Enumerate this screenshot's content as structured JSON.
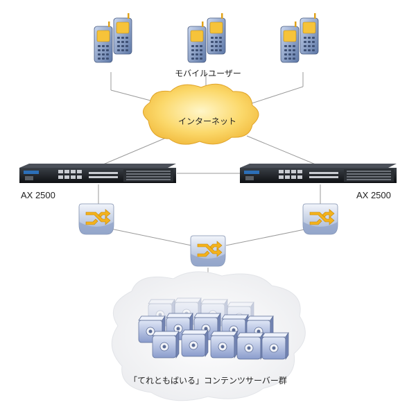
{
  "labels": {
    "mobile_users": "モバイルユーザー",
    "internet": "インターネット",
    "ax_left": "AX 2500",
    "ax_right": "AX 2500",
    "servers": "「てれともばいる」コンテンツサーバー群"
  },
  "icons": {
    "phone": "mobile-phone-icon",
    "cloud": "internet-cloud-icon",
    "appliance": "load-balancer-appliance-icon",
    "switch": "network-switch-icon",
    "server": "server-icon"
  },
  "colors": {
    "cloud_fill": "#fbd86a",
    "switch_fill": "#c7d3e6",
    "switch_arrow": "#f3b21c",
    "phone_body": "#7e97c0",
    "phone_screen": "#f6c33a",
    "appliance_body": "#1d2126",
    "server_body": "#a9b9dd",
    "server_cloud": "#f3f4f6",
    "line": "#9a9a9a"
  }
}
